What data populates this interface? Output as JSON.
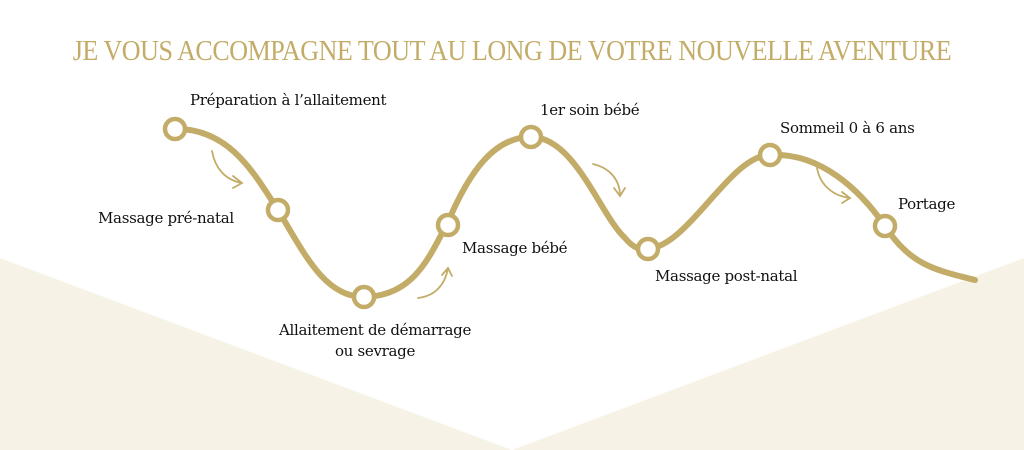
{
  "title": "JE VOUS ACCOMPAGNE TOUT AU LONG DE VOTRE NOUVELLE AVENTURE",
  "colors": {
    "gold": "#c3ac68",
    "beige": "#f6f3e6",
    "text": "#111111"
  },
  "steps": [
    {
      "label": "Préparation à l’allaitement"
    },
    {
      "label": "Massage pré-natal"
    },
    {
      "label": "Allaitement de démarrage",
      "label2": "ou sevrage"
    },
    {
      "label": "Massage bébé"
    },
    {
      "label": "1er soin bébé"
    },
    {
      "label": "Massage post-natal"
    },
    {
      "label": "Sommeil 0 à 6 ans"
    },
    {
      "label": "Portage"
    }
  ]
}
